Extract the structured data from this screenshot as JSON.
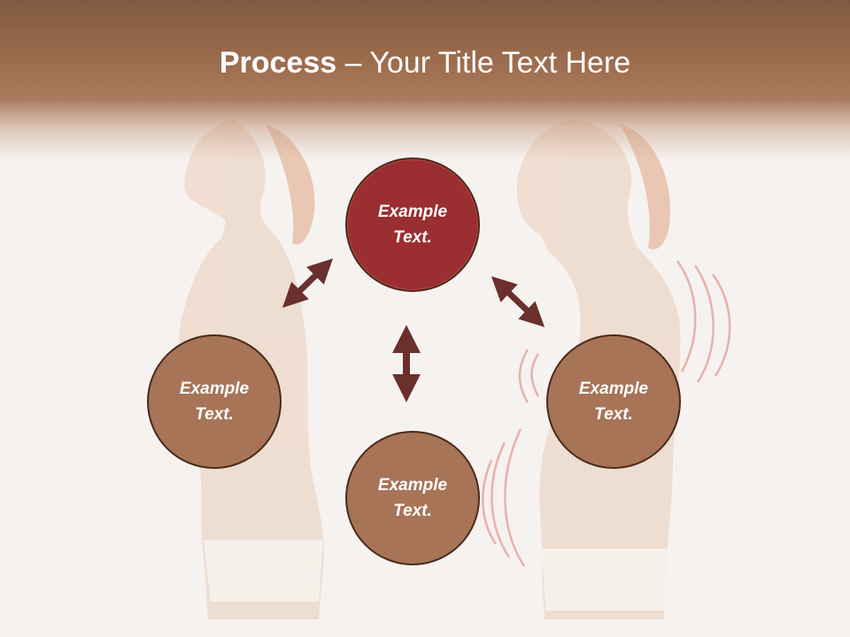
{
  "slide": {
    "title_bold": "Process",
    "title_rest": " – Your Title Text Here"
  },
  "nodes": [
    {
      "line1": "Example",
      "line2": "Text."
    },
    {
      "line1": "Example",
      "line2": "Text."
    },
    {
      "line1": "Example",
      "line2": "Text."
    },
    {
      "line1": "Example",
      "line2": "Text."
    }
  ],
  "colors": {
    "title_bar": "#9c6c4e",
    "primary_node": "#9a2e30",
    "secondary_node": "#a77458",
    "arrow": "#6b2f2c"
  }
}
